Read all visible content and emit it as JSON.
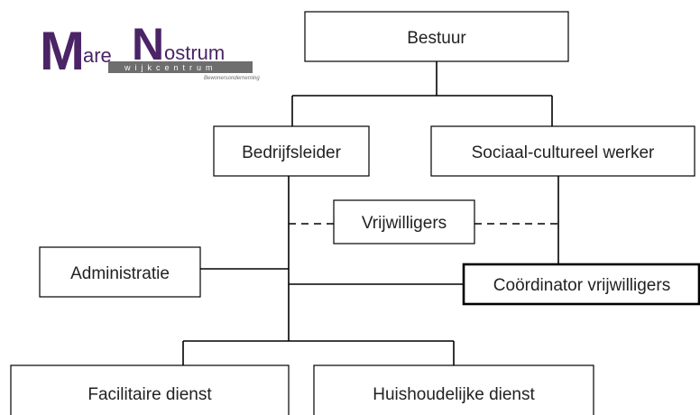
{
  "logo": {
    "letter_m": "M",
    "word_are": "are",
    "letter_n": "N",
    "word_ostrum": "ostrum",
    "subtitle": "wijkcentrum",
    "tagline": "Bewonersonderneming",
    "brand_color": "#4a2466",
    "band_color": "#6e6e6e"
  },
  "org": {
    "nodes": {
      "bestuur": "Bestuur",
      "bedrijfsleider": "Bedrijfsleider",
      "sociaal_cultureel_werker": "Sociaal-cultureel werker",
      "vrijwilligers": "Vrijwilligers",
      "administratie": "Administratie",
      "coordinator_vrijwilligers": "Coördinator vrijwilligers",
      "facilitaire_dienst": "Facilitaire dienst",
      "huishoudelijke_dienst": "Huishoudelijke dienst"
    },
    "line_color": "#000000"
  }
}
